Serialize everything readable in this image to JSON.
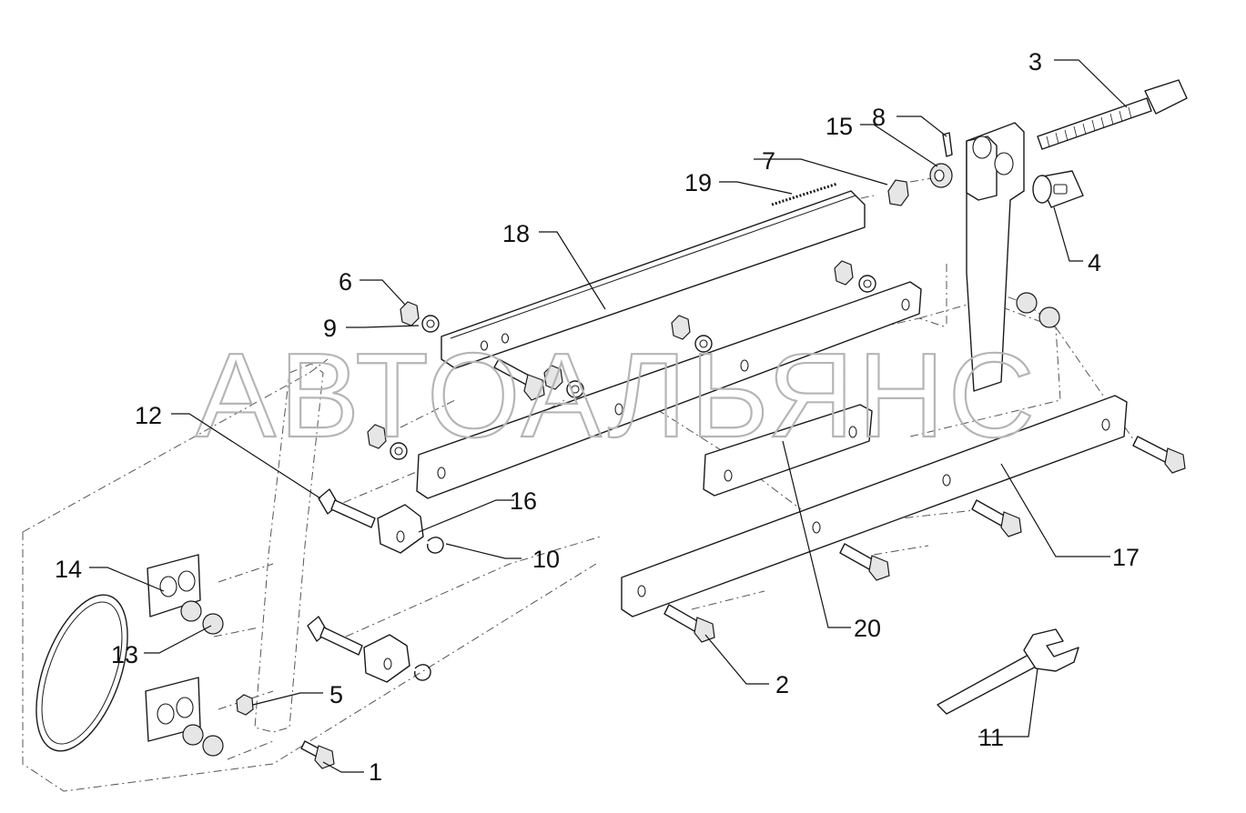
{
  "watermark": "АВТОАЛЬЯНС",
  "callouts": [
    "1",
    "2",
    "3",
    "4",
    "5",
    "6",
    "7",
    "8",
    "9",
    "10",
    "11",
    "12",
    "13",
    "14",
    "15",
    "16",
    "17",
    "18",
    "19",
    "20"
  ]
}
